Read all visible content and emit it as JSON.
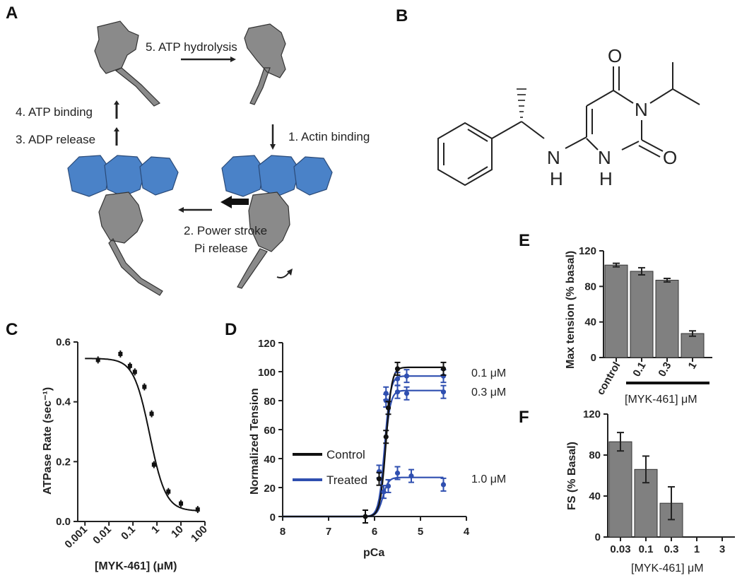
{
  "panels": {
    "A": {
      "letter": "A",
      "steps": [
        "5. ATP hydrolysis",
        "4. ATP binding",
        "3. ADP release",
        "1. Actin binding",
        "2. Power stroke",
        "Pi release"
      ]
    },
    "B": {
      "letter": "B",
      "atoms": [
        "O",
        "O",
        "N",
        "N",
        "H",
        "N",
        "H"
      ]
    }
  },
  "chart_data": [
    {
      "panel": "C",
      "type": "scatter",
      "title": "",
      "xlabel": "[MYK-461] (μM)",
      "ylabel": "ATPase Rate (sec⁻¹)",
      "xscale": "log",
      "xlim": [
        0.0005,
        100
      ],
      "ylim": [
        0,
        0.6
      ],
      "xticks": [
        "0.001",
        "0.01",
        "0.1",
        "1",
        "10",
        "100"
      ],
      "yticks": [
        "0.0",
        "0.2",
        "0.4",
        "0.6"
      ],
      "points": [
        {
          "x": 0.0035,
          "y": 0.54
        },
        {
          "x": 0.03,
          "y": 0.56
        },
        {
          "x": 0.075,
          "y": 0.52
        },
        {
          "x": 0.12,
          "y": 0.5
        },
        {
          "x": 0.3,
          "y": 0.45
        },
        {
          "x": 0.6,
          "y": 0.36
        },
        {
          "x": 0.75,
          "y": 0.19
        },
        {
          "x": 3,
          "y": 0.1
        },
        {
          "x": 10,
          "y": 0.06
        },
        {
          "x": 50,
          "y": 0.04
        }
      ],
      "fit": {
        "top": 0.545,
        "bottom": 0.035,
        "ic50": 0.5,
        "hill": 1.3
      }
    },
    {
      "panel": "D",
      "type": "line",
      "title": "",
      "xlabel": "pCa",
      "ylabel": "Normalized Tension",
      "xlim": [
        8,
        4
      ],
      "ylim": [
        0,
        120
      ],
      "xticks": [
        "8",
        "7",
        "6",
        "5",
        "4"
      ],
      "yticks": [
        "0",
        "20",
        "40",
        "60",
        "80",
        "100",
        "120"
      ],
      "legend": [
        "Control",
        "Treated"
      ],
      "colors": {
        "Control": "#111111",
        "Treated": "#2f4fb0"
      },
      "series": [
        {
          "name": "Control",
          "pca50": 5.75,
          "top": 103,
          "points": [
            [
              6.2,
              0
            ],
            [
              5.9,
              26
            ],
            [
              5.75,
              55
            ],
            [
              5.7,
              75
            ],
            [
              5.5,
              102
            ],
            [
              4.5,
              102
            ]
          ]
        },
        {
          "name": "Treated",
          "pca50": 5.78,
          "top": 97,
          "points": [
            [
              5.9,
              31
            ],
            [
              5.75,
              85
            ],
            [
              5.5,
              95
            ],
            [
              5.3,
              97
            ],
            [
              4.5,
              97
            ]
          ]
        },
        {
          "name": "Treated",
          "pca50": 5.78,
          "top": 87,
          "points": [
            [
              5.75,
              80
            ],
            [
              5.5,
              86
            ],
            [
              5.3,
              85
            ],
            [
              4.5,
              86
            ]
          ]
        },
        {
          "name": "Treated",
          "pca50": 5.82,
          "top": 27,
          "points": [
            [
              5.8,
              17
            ],
            [
              5.7,
              21
            ],
            [
              5.5,
              30
            ],
            [
              5.2,
              28
            ],
            [
              4.5,
              22
            ]
          ]
        }
      ],
      "annotations": [
        "0.1 μM",
        "0.3 μM",
        "1.0 μM"
      ]
    },
    {
      "panel": "E",
      "type": "bar",
      "title": "",
      "xlabel": "[MYK-461] μM",
      "ylabel": "Max tension (% basal)",
      "categories": [
        "control",
        "0.1",
        "0.3",
        "1"
      ],
      "values": [
        104,
        97,
        87,
        27
      ],
      "errors": [
        2,
        4,
        2,
        3
      ],
      "ylim": [
        0,
        120
      ],
      "yticks": [
        "0",
        "40",
        "80",
        "120"
      ]
    },
    {
      "panel": "F",
      "type": "bar",
      "title": "",
      "xlabel": "[MYK-461] μM",
      "ylabel": "FS (% Basal)",
      "categories": [
        "0.03",
        "0.1",
        "0.3",
        "1",
        "3"
      ],
      "values": [
        93,
        66,
        33,
        0,
        0
      ],
      "errors": [
        9,
        13,
        16,
        0,
        0
      ],
      "ylim": [
        0,
        120
      ],
      "yticks": [
        "0",
        "40",
        "80",
        "120"
      ]
    }
  ],
  "colors": {
    "actin": "#4a82c8",
    "myosin": "#8a8a8a",
    "bar": "#808080",
    "treated": "#2f4fb0"
  }
}
